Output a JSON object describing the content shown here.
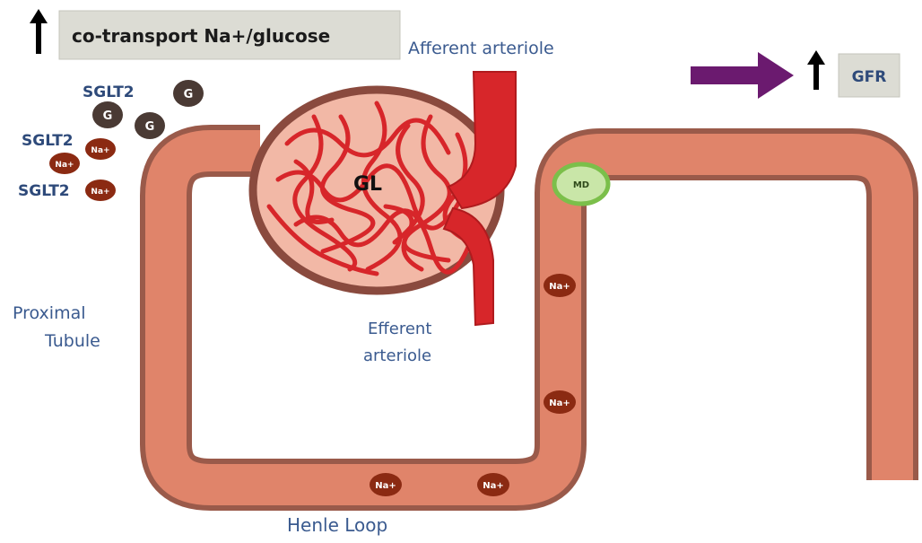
{
  "header": {
    "cotransport_label": "co-transport Na+/glucose",
    "gfr_label": "GFR"
  },
  "labels": {
    "afferent": "Afferent arteriole",
    "efferent_line1": "Efferent",
    "efferent_line2": "arteriole",
    "proximal_line1": "Proximal",
    "proximal_line2": "Tubule",
    "henle": "Henle Loop",
    "glomerulus": "GL",
    "macula": "MD"
  },
  "transporters": [
    {
      "label": "SGLT2",
      "molecules": [
        "G",
        "G",
        "G"
      ]
    },
    {
      "label": "SGLT2",
      "molecules": [
        "Na+",
        "Na+"
      ]
    },
    {
      "label": "SGLT2",
      "molecules": [
        "Na+"
      ]
    }
  ],
  "sodium_label": "Na+",
  "colors": {
    "tubule": "#e0846a",
    "tubule_border": "#9a5a4a",
    "glomerulus_fill": "#f2b8a6",
    "vessel": "#d7262a",
    "arrow_purple": "#6b1a6f",
    "sodium": "#8b2a12",
    "glucose": "#4a3a34",
    "macula": "#7bbf4a",
    "label_box": "#dcdcd4"
  }
}
